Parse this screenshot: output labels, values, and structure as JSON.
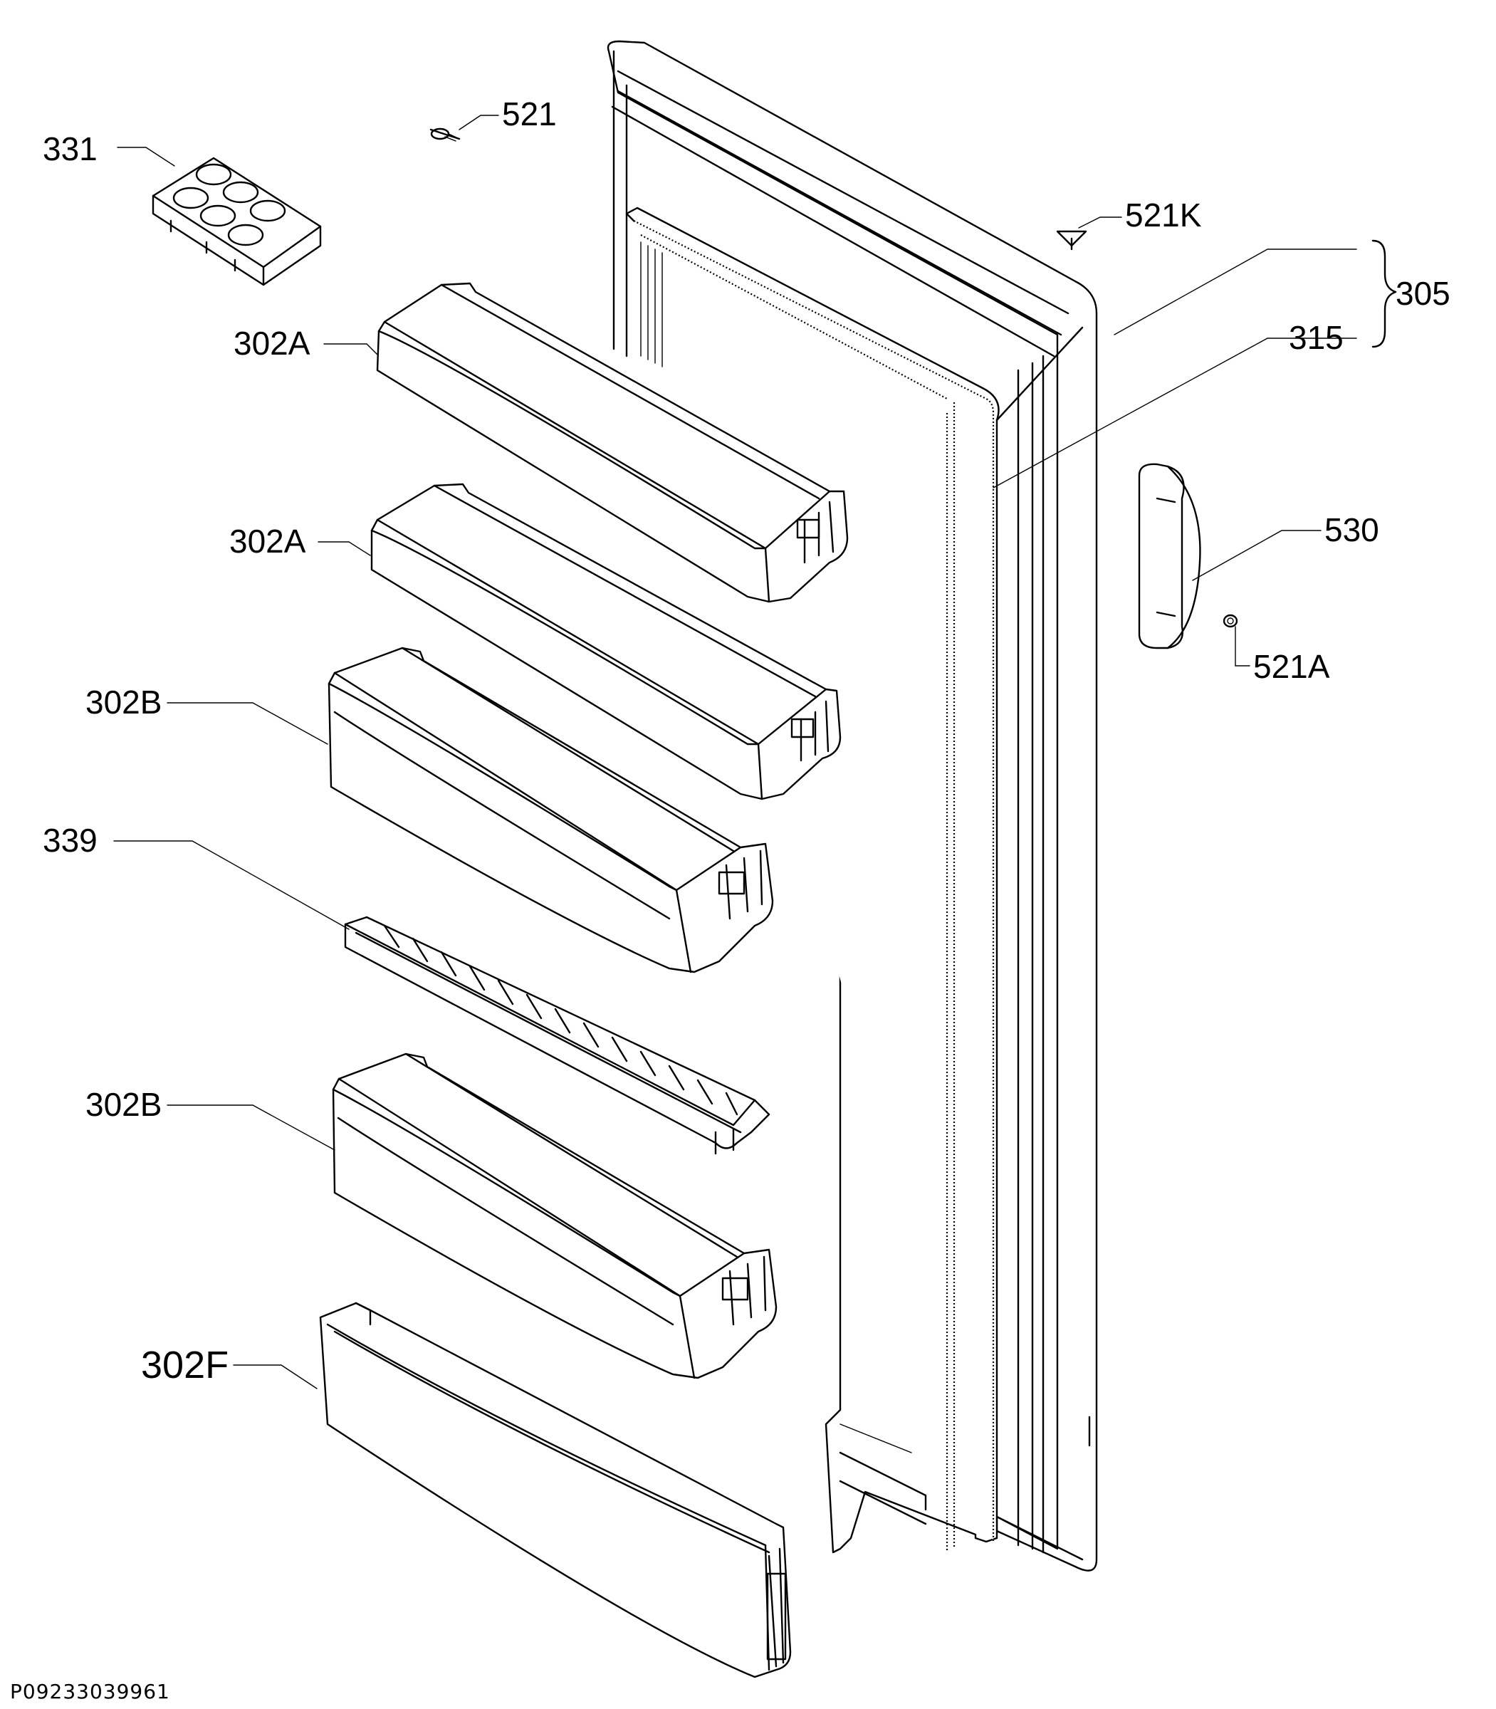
{
  "labels": {
    "p331": "331",
    "p521": "521",
    "p521k": "521K",
    "p305": "305",
    "p315": "315",
    "p302a_1": "302A",
    "p302a_2": "302A",
    "p530": "530",
    "p521a": "521A",
    "p302b_1": "302B",
    "p339": "339",
    "p302b_2": "302B",
    "p302f": "302F"
  },
  "drawing_code": "P09233039961"
}
